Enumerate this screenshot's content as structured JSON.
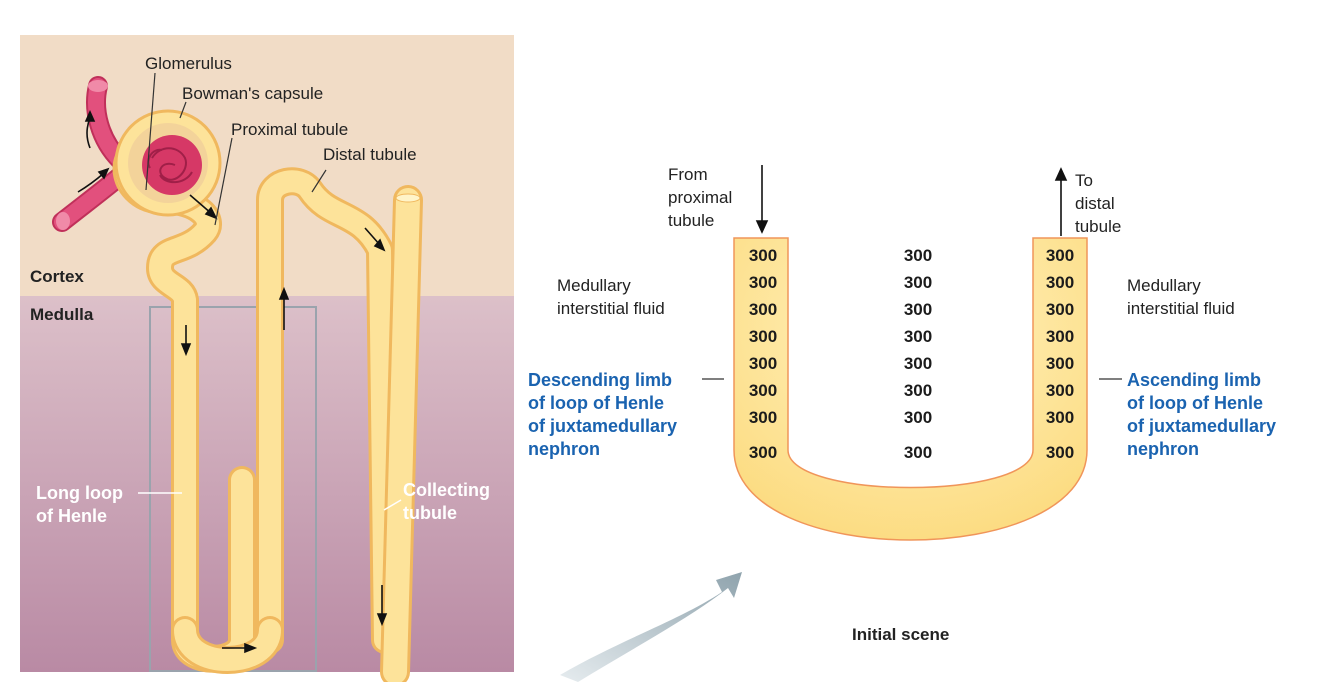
{
  "left_panel": {
    "zone_top": "Cortex",
    "zone_bottom": "Medulla",
    "labels": {
      "glomerulus": "Glomerulus",
      "bowmans": "Bowman's capsule",
      "proximal": "Proximal tubule",
      "distal": "Distal tubule",
      "long_loop_1": "Long loop",
      "long_loop_2": "of Henle",
      "collecting_1": "Collecting",
      "collecting_2": "tubule"
    },
    "colors": {
      "cortex": "#f1dcc6",
      "medulla": "#c79cb1",
      "tubule": "#fde39a",
      "vessel": "#dc3f6f"
    }
  },
  "right_panel": {
    "from_label": [
      "From",
      "proximal",
      "tubule"
    ],
    "to_label": [
      "To",
      "distal",
      "tubule"
    ],
    "fluid_left": [
      "Medullary",
      "interstitial fluid"
    ],
    "fluid_right": [
      "Medullary",
      "interstitial fluid"
    ],
    "descending": [
      "Descending limb",
      "of loop of Henle",
      "of juxtamedullary",
      "nephron"
    ],
    "ascending": [
      "Ascending limb",
      "of loop of Henle",
      "of juxtamedullary",
      "nephron"
    ],
    "descending_values": [
      "300",
      "300",
      "300",
      "300",
      "300",
      "300",
      "300",
      "300"
    ],
    "interstitial_values": [
      "300",
      "300",
      "300",
      "300",
      "300",
      "300",
      "300",
      "300"
    ],
    "ascending_values": [
      "300",
      "300",
      "300",
      "300",
      "300",
      "300",
      "300",
      "300"
    ],
    "caption": "Initial scene",
    "colors": {
      "label_blue": "#1a63b0"
    }
  }
}
